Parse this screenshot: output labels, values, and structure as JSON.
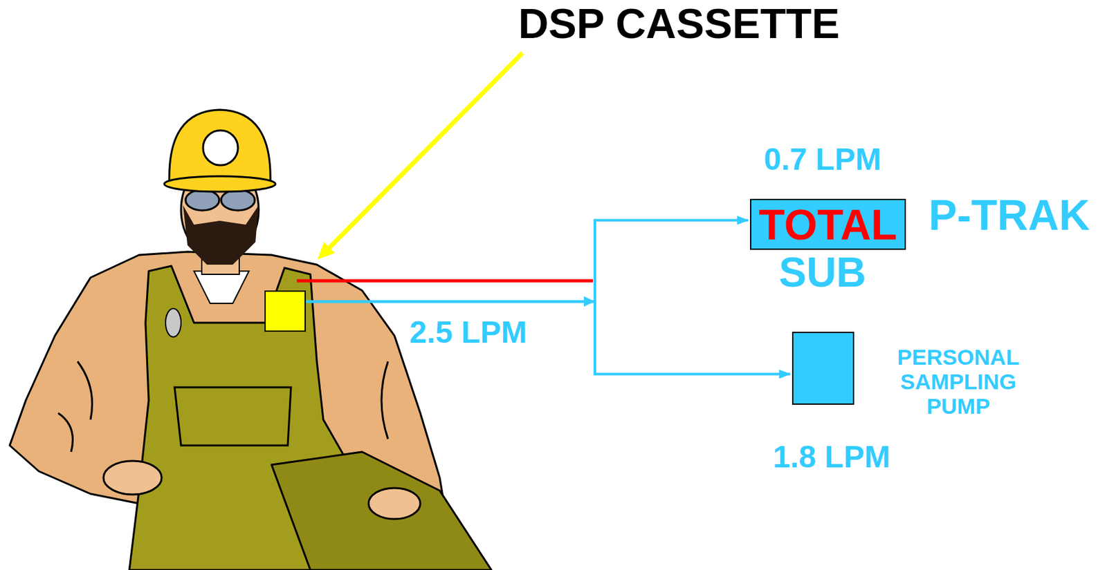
{
  "diagram": {
    "nodes": [
      {
        "text": [
          "DSP CASSETTE"
        ]
      },
      {
        "text": [
          "TOTAL",
          "SUB",
          "P-TRAK"
        ]
      },
      {
        "text": [
          "PERSONAL SAMPLING PUMP"
        ]
      }
    ],
    "edges": [
      {
        "from": 0,
        "to": 1,
        "arrow": "to"
      },
      {
        "from": 0,
        "to": 2,
        "arrow": "to"
      }
    ],
    "labels": [
      "2.5 LPM",
      "0.7 LPM",
      "1.8 LPM"
    ]
  }
}
